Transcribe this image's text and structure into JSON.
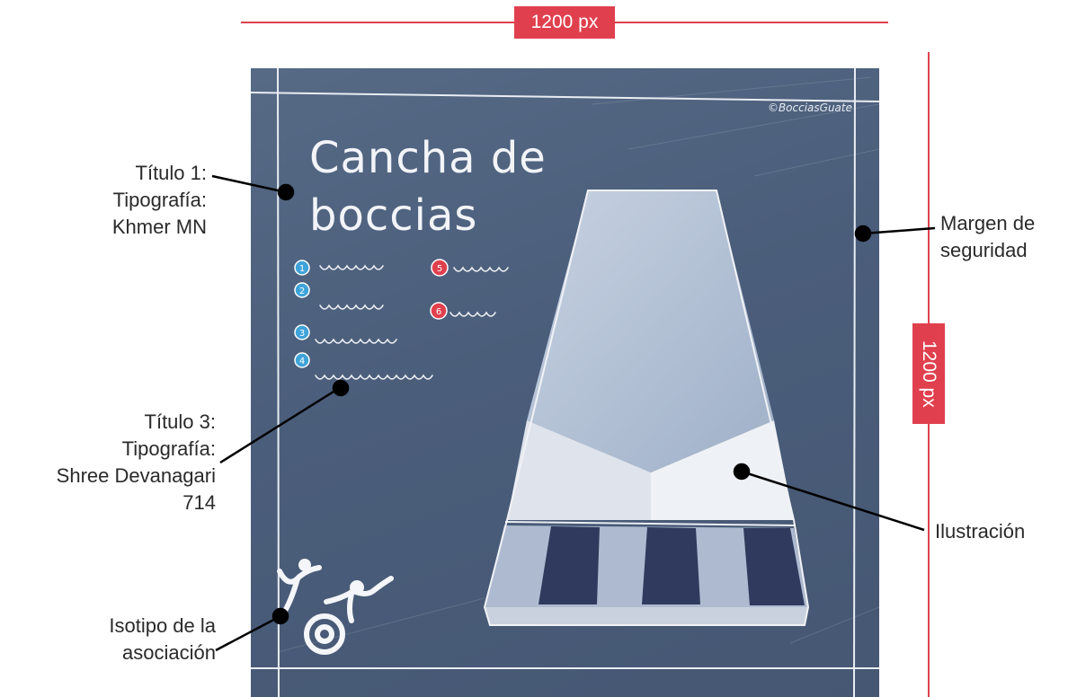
{
  "dimensions": {
    "width_label": "1200 px",
    "height_label": "1200 px"
  },
  "board": {
    "title": "Cancha de\nboccias",
    "copyright": "©BocciasGuate",
    "legend_markers": [
      "1",
      "2",
      "3",
      "4",
      "5",
      "6"
    ],
    "colors": {
      "board": "#4c5f7c",
      "chalk": "#f2f4f8",
      "blue_marker": "#3ea3d9",
      "red_marker": "#e0404e"
    }
  },
  "callouts": {
    "title1": "Título 1:\nTipografía:\nKhmer MN",
    "title3": "Título 3:\nTipografía:\nShree Devanagari\n714",
    "logo": "Isotipo de la\nasociación",
    "margin": "Margen de\nseguridad",
    "illustration": "Ilustración"
  }
}
